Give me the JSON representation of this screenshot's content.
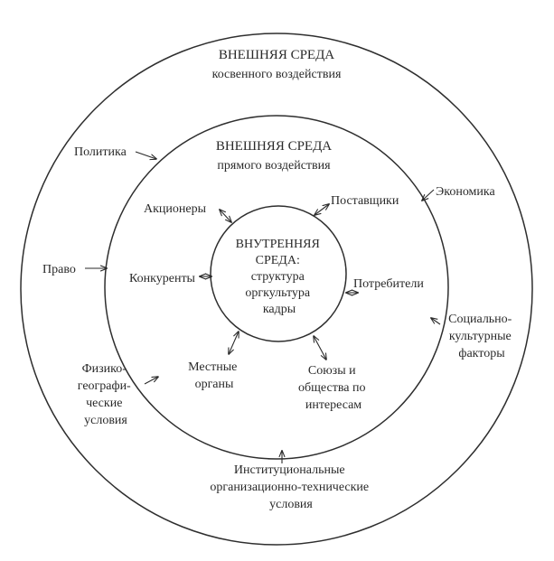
{
  "outer": {
    "title": "ВНЕШНЯЯ СРЕДА",
    "subtitle": "косвенного воздействия"
  },
  "middle": {
    "title": "ВНЕШНЯЯ СРЕДА",
    "subtitle": "прямого воздействия"
  },
  "inner": {
    "lines": [
      "ВНУТРЕННЯЯ",
      "СРЕДА:",
      "структура",
      "оргкультура",
      "кадры"
    ]
  },
  "indirect_factors": {
    "politics": [
      "Политика"
    ],
    "economy": [
      "Экономика"
    ],
    "law": [
      "Право"
    ],
    "sociocultural": [
      "Социально-",
      "культурные",
      "факторы"
    ],
    "physgeo": [
      "Физико-",
      "географи-",
      "ческие",
      "условия"
    ],
    "institutional": [
      "Институциональные",
      "организационно-технические",
      "условия"
    ]
  },
  "direct_factors": {
    "shareholders": [
      "Акционеры"
    ],
    "suppliers": [
      "Поставщики"
    ],
    "competitors": [
      "Конкуренты"
    ],
    "consumers": [
      "Потребители"
    ],
    "local_authorities": [
      "Местные",
      "органы"
    ],
    "unions": [
      "Союзы и",
      "общества по",
      "интересам"
    ]
  }
}
